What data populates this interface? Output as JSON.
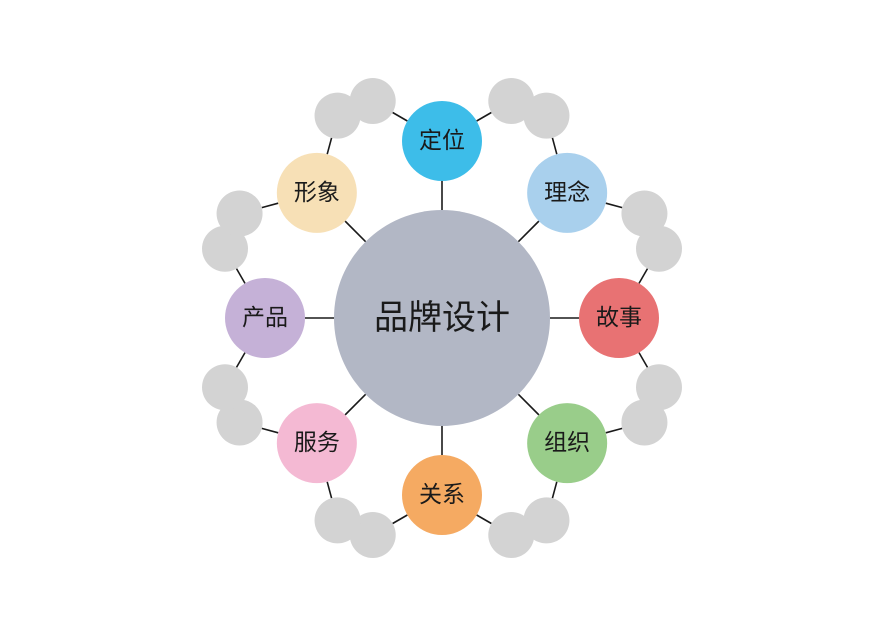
{
  "center": {
    "label": "品牌设计",
    "color": "#b2b7c5"
  },
  "nodes": [
    {
      "key": "dingwei",
      "label": "定位",
      "color": "#3dbde9"
    },
    {
      "key": "linian",
      "label": "理念",
      "color": "#a9d0ed"
    },
    {
      "key": "gushi",
      "label": "故事",
      "color": "#e87273"
    },
    {
      "key": "zuzhi",
      "label": "组织",
      "color": "#99cd8a"
    },
    {
      "key": "guanxi",
      "label": "关系",
      "color": "#f5aa62"
    },
    {
      "key": "fuwu",
      "label": "服务",
      "color": "#f4b9d3"
    },
    {
      "key": "chanpin",
      "label": "产品",
      "color": "#c5b1d7"
    },
    {
      "key": "xingxiang",
      "label": "形象",
      "color": "#f7e0b6"
    }
  ],
  "leaf_color": "#d3d3d3",
  "line_color": "#1a1a1a"
}
